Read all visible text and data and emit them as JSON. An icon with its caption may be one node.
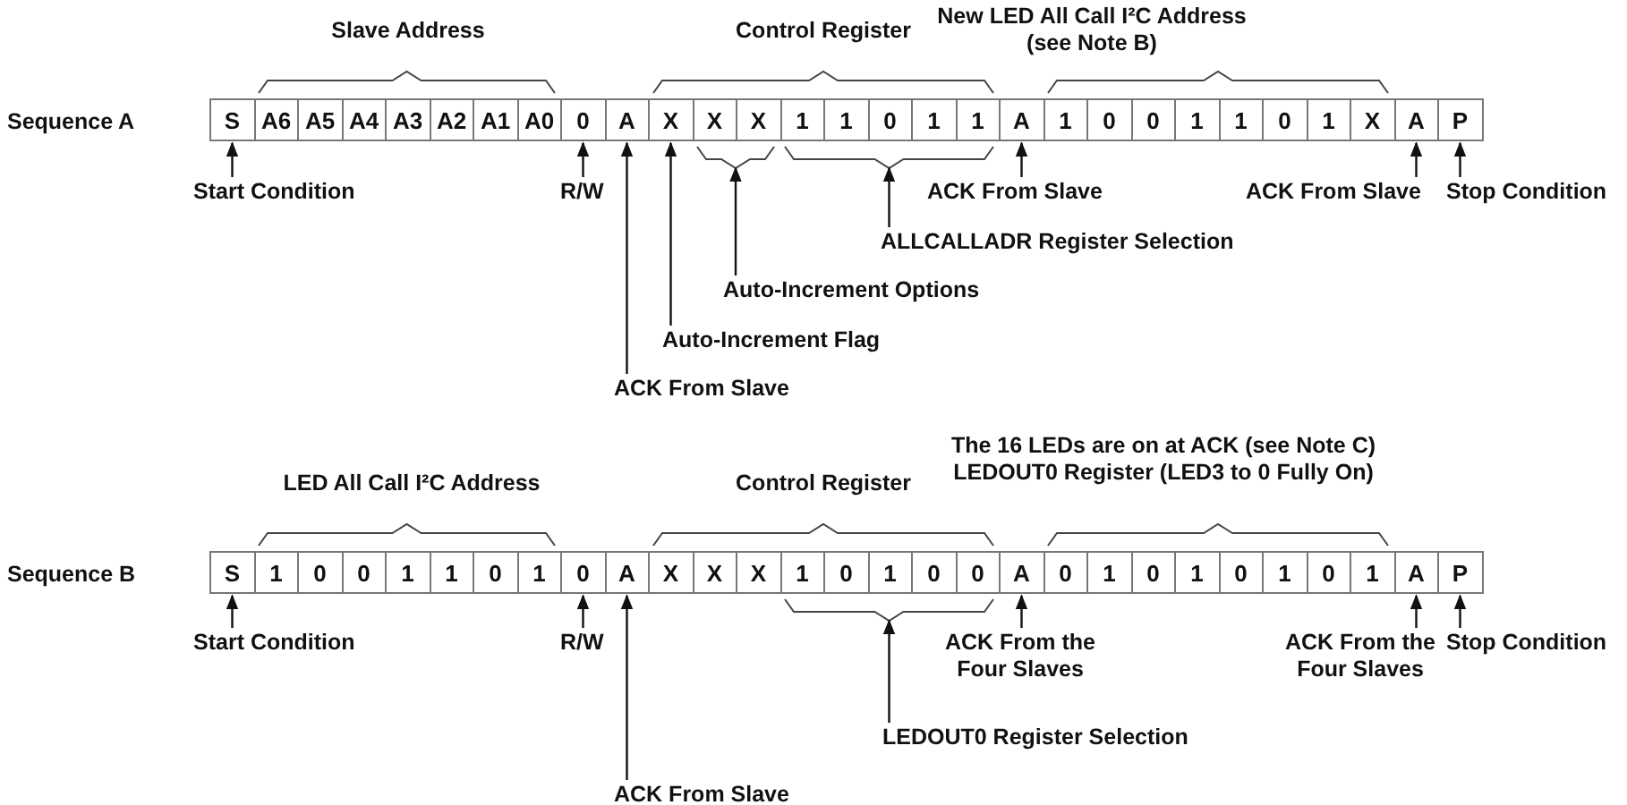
{
  "diagram": {
    "nodes": [
      {
        "text": [
          "S"
        ]
      },
      {
        "text": [
          "A6"
        ]
      },
      {
        "text": [
          "A5"
        ]
      },
      {
        "text": [
          "A4"
        ]
      },
      {
        "text": [
          "A3"
        ]
      },
      {
        "text": [
          "A2"
        ]
      },
      {
        "text": [
          "A1"
        ]
      },
      {
        "text": [
          "A0"
        ]
      },
      {
        "text": [
          "0"
        ]
      },
      {
        "text": [
          "A"
        ]
      },
      {
        "text": [
          "X"
        ]
      },
      {
        "text": [
          "X"
        ]
      },
      {
        "text": [
          "X"
        ]
      },
      {
        "text": [
          "1"
        ]
      },
      {
        "text": [
          "1"
        ]
      },
      {
        "text": [
          "0"
        ]
      },
      {
        "text": [
          "1"
        ]
      },
      {
        "text": [
          "1"
        ]
      },
      {
        "text": [
          "A"
        ]
      },
      {
        "text": [
          "1"
        ]
      },
      {
        "text": [
          "0"
        ]
      },
      {
        "text": [
          "0"
        ]
      },
      {
        "text": [
          "1"
        ]
      },
      {
        "text": [
          "1"
        ]
      },
      {
        "text": [
          "0"
        ]
      },
      {
        "text": [
          "1"
        ]
      },
      {
        "text": [
          "X"
        ]
      },
      {
        "text": [
          "A"
        ]
      },
      {
        "text": [
          "P"
        ]
      },
      {
        "text": [
          "Start Condition"
        ]
      },
      {
        "text": [
          "R/W"
        ]
      },
      {
        "text": [
          "ACK From Slave"
        ]
      },
      {
        "text": [
          "ACK From Slave"
        ]
      },
      {
        "text": [
          "Stop Condition"
        ]
      },
      {
        "text": [
          "ALLCALLADR Register Selection"
        ]
      },
      {
        "text": [
          "Auto-Increment Options"
        ]
      },
      {
        "text": [
          "Auto-Increment Flag"
        ]
      },
      {
        "text": [
          "ACK From Slave"
        ]
      },
      {
        "text": [
          "S"
        ]
      },
      {
        "text": [
          "1"
        ]
      },
      {
        "text": [
          "0"
        ]
      },
      {
        "text": [
          "0"
        ]
      },
      {
        "text": [
          "1"
        ]
      },
      {
        "text": [
          "1"
        ]
      },
      {
        "text": [
          "0"
        ]
      },
      {
        "text": [
          "1"
        ]
      },
      {
        "text": [
          "0"
        ]
      },
      {
        "text": [
          "A"
        ]
      },
      {
        "text": [
          "X"
        ]
      },
      {
        "text": [
          "X"
        ]
      },
      {
        "text": [
          "X"
        ]
      },
      {
        "text": [
          "1"
        ]
      },
      {
        "text": [
          "0"
        ]
      },
      {
        "text": [
          "1"
        ]
      },
      {
        "text": [
          "0"
        ]
      },
      {
        "text": [
          "0"
        ]
      },
      {
        "text": [
          "A"
        ]
      },
      {
        "text": [
          "0"
        ]
      },
      {
        "text": [
          "1"
        ]
      },
      {
        "text": [
          "0"
        ]
      },
      {
        "text": [
          "1"
        ]
      },
      {
        "text": [
          "0"
        ]
      },
      {
        "text": [
          "1"
        ]
      },
      {
        "text": [
          "0"
        ]
      },
      {
        "text": [
          "1"
        ]
      },
      {
        "text": [
          "A"
        ]
      },
      {
        "text": [
          "P"
        ]
      },
      {
        "text": [
          "Start Condition"
        ]
      },
      {
        "text": [
          "R/W"
        ]
      },
      {
        "text": [
          "ACK From the Four Slaves"
        ]
      },
      {
        "text": [
          "ACK From the Four Slaves"
        ]
      },
      {
        "text": [
          "Stop Condition"
        ]
      },
      {
        "text": [
          "LEDOUT0 Register Selection"
        ]
      },
      {
        "text": [
          "ACK From Slave"
        ]
      },
      {
        "text": [],
        "shape": "bracket"
      },
      {
        "text": [],
        "shape": "bracket"
      },
      {
        "text": [],
        "shape": "bracket"
      }
    ],
    "edges": [
      {
        "from": 29,
        "to": 0,
        "arrow": "to"
      },
      {
        "from": 30,
        "to": 8,
        "arrow": "to"
      },
      {
        "from": 31,
        "to": 18,
        "arrow": "to"
      },
      {
        "from": 32,
        "to": 27,
        "arrow": "to"
      },
      {
        "from": 33,
        "to": 28,
        "arrow": "to"
      },
      {
        "from": 34,
        "to": 75,
        "arrow": "to"
      },
      {
        "from": 35,
        "to": 74,
        "arrow": "to"
      },
      {
        "from": 36,
        "to": 10,
        "arrow": "to"
      },
      {
        "from": 37,
        "to": 9,
        "arrow": "to"
      },
      {
        "from": 67,
        "to": 38,
        "arrow": "to"
      },
      {
        "from": 68,
        "to": 46,
        "arrow": "to"
      },
      {
        "from": 69,
        "to": 56,
        "arrow": "to"
      },
      {
        "from": 70,
        "to": 65,
        "arrow": "to"
      },
      {
        "from": 71,
        "to": 66,
        "arrow": "to"
      },
      {
        "from": 72,
        "to": 76,
        "arrow": "to"
      },
      {
        "from": 73,
        "to": 47,
        "arrow": "to"
      }
    ],
    "labels": [
      "Slave Address",
      "Control Register",
      "New LED All Call I²C Address (see Note B)",
      "Sequence A",
      "LED All Call I²C Address",
      "Control Register",
      "The 16 LEDs are on at ACK (see Note C) LEDOUT0 Register (LED3 to 0 Fully On)",
      "Sequence B"
    ]
  }
}
